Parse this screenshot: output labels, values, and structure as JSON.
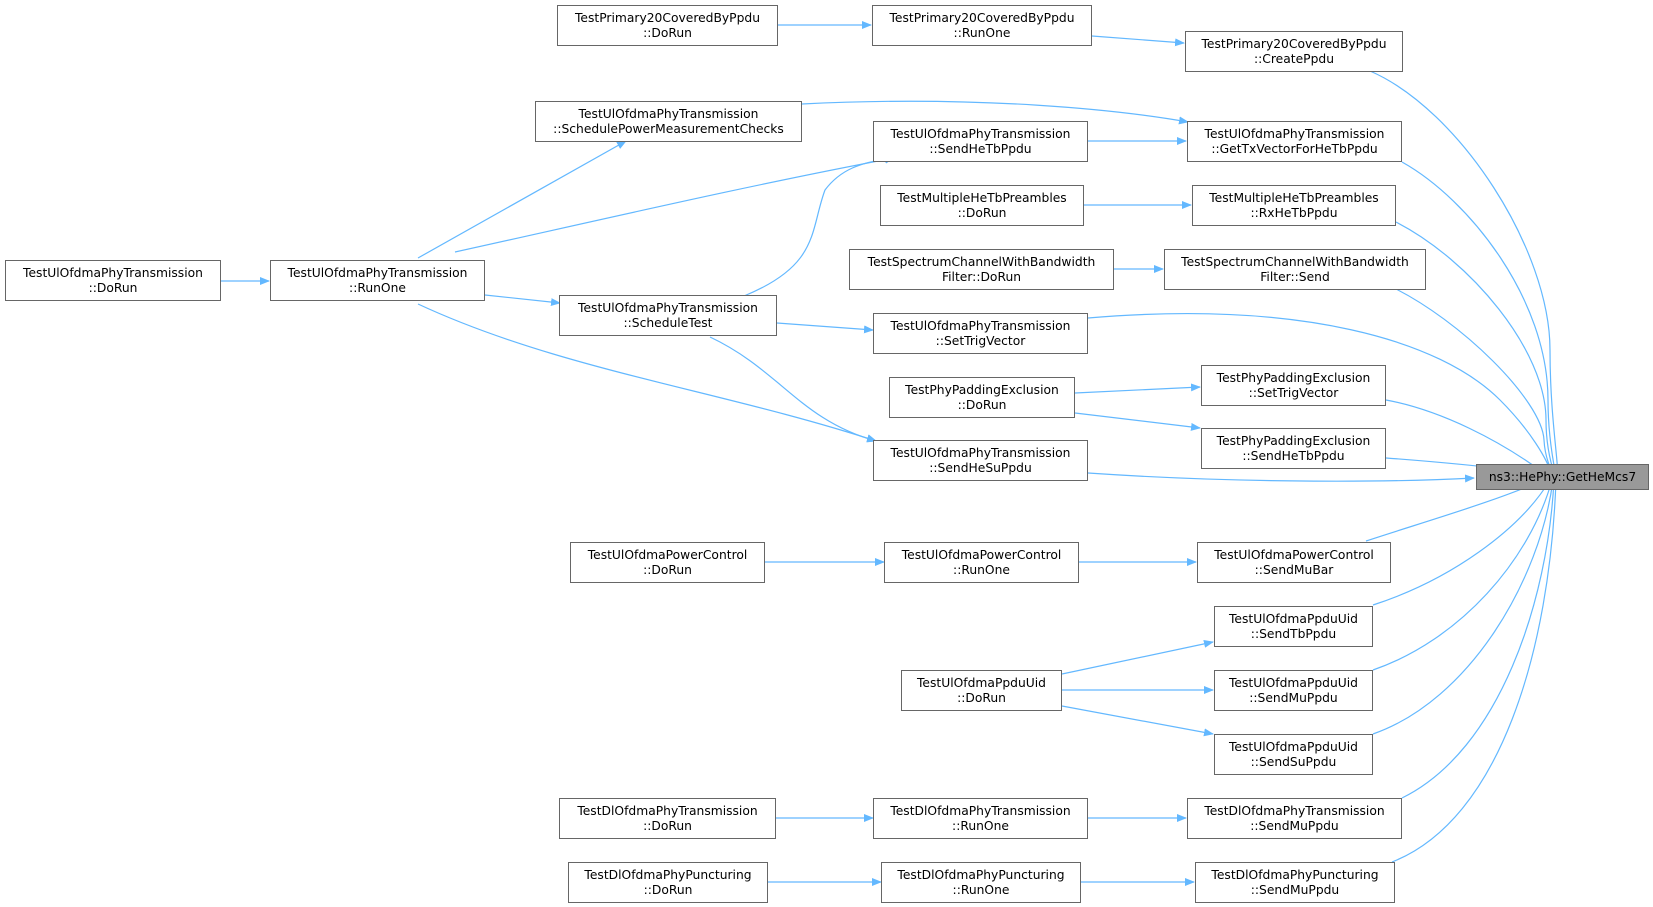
{
  "colors": {
    "edge": "#63b8ff",
    "node_border": "#666666",
    "target_fill": "#999999"
  },
  "target": {
    "lines": [
      "ns3::HePhy::GetHeMcs7"
    ]
  },
  "nodes": {
    "tp20_dorun": {
      "lines": [
        "TestPrimary20CoveredByPpdu",
        "::DoRun"
      ]
    },
    "tp20_runone": {
      "lines": [
        "TestPrimary20CoveredByPpdu",
        "::RunOne"
      ]
    },
    "tp20_createppdu": {
      "lines": [
        "TestPrimary20CoveredByPpdu",
        "::CreatePpdu"
      ]
    },
    "ulpt_schedpower": {
      "lines": [
        "TestUlOfdmaPhyTransmission",
        "::SchedulePowerMeasurementChecks"
      ]
    },
    "ulpt_sendhetb": {
      "lines": [
        "TestUlOfdmaPhyTransmission",
        "::SendHeTbPpdu"
      ]
    },
    "ulpt_gettxvec": {
      "lines": [
        "TestUlOfdmaPhyTransmission",
        "::GetTxVectorForHeTbPpdu"
      ]
    },
    "mhtp_dorun": {
      "lines": [
        "TestMultipleHeTbPreambles",
        "::DoRun"
      ]
    },
    "mhtp_rxhetb": {
      "lines": [
        "TestMultipleHeTbPreambles",
        "::RxHeTbPpdu"
      ]
    },
    "ulpt_dorun": {
      "lines": [
        "TestUlOfdmaPhyTransmission",
        "::DoRun"
      ]
    },
    "ulpt_runone": {
      "lines": [
        "TestUlOfdmaPhyTransmission",
        "::RunOne"
      ]
    },
    "scbw_dorun": {
      "lines": [
        "TestSpectrumChannelWithBandwidth",
        "Filter::DoRun"
      ]
    },
    "scbw_send": {
      "lines": [
        "TestSpectrumChannelWithBandwidth",
        "Filter::Send"
      ]
    },
    "ulpt_schedtest": {
      "lines": [
        "TestUlOfdmaPhyTransmission",
        "::ScheduleTest"
      ]
    },
    "ulpt_settrig": {
      "lines": [
        "TestUlOfdmaPhyTransmission",
        "::SetTrigVector"
      ]
    },
    "ppe_dorun": {
      "lines": [
        "TestPhyPaddingExclusion",
        "::DoRun"
      ]
    },
    "ppe_settrig": {
      "lines": [
        "TestPhyPaddingExclusion",
        "::SetTrigVector"
      ]
    },
    "ppe_sendhetb": {
      "lines": [
        "TestPhyPaddingExclusion",
        "::SendHeTbPpdu"
      ]
    },
    "ulpt_sendhesu": {
      "lines": [
        "TestUlOfdmaPhyTransmission",
        "::SendHeSuPpdu"
      ]
    },
    "ulpc_dorun": {
      "lines": [
        "TestUlOfdmaPowerControl",
        "::DoRun"
      ]
    },
    "ulpc_runone": {
      "lines": [
        "TestUlOfdmaPowerControl",
        "::RunOne"
      ]
    },
    "ulpc_sendmubar": {
      "lines": [
        "TestUlOfdmaPowerControl",
        "::SendMuBar"
      ]
    },
    "ulpu_sendtb": {
      "lines": [
        "TestUlOfdmaPpduUid",
        "::SendTbPpdu"
      ]
    },
    "ulpu_dorun": {
      "lines": [
        "TestUlOfdmaPpduUid",
        "::DoRun"
      ]
    },
    "ulpu_sendmu": {
      "lines": [
        "TestUlOfdmaPpduUid",
        "::SendMuPpdu"
      ]
    },
    "ulpu_sendsu": {
      "lines": [
        "TestUlOfdmaPpduUid",
        "::SendSuPpdu"
      ]
    },
    "dlpt_dorun": {
      "lines": [
        "TestDlOfdmaPhyTransmission",
        "::DoRun"
      ]
    },
    "dlpt_runone": {
      "lines": [
        "TestDlOfdmaPhyTransmission",
        "::RunOne"
      ]
    },
    "dlpt_sendmu": {
      "lines": [
        "TestDlOfdmaPhyTransmission",
        "::SendMuPpdu"
      ]
    },
    "dlpp_dorun": {
      "lines": [
        "TestDlOfdmaPhyPuncturing",
        "::DoRun"
      ]
    },
    "dlpp_runone": {
      "lines": [
        "TestDlOfdmaPhyPuncturing",
        "::RunOne"
      ]
    },
    "dlpp_sendmu": {
      "lines": [
        "TestDlOfdmaPhyPuncturing",
        "::SendMuPpdu"
      ]
    }
  }
}
